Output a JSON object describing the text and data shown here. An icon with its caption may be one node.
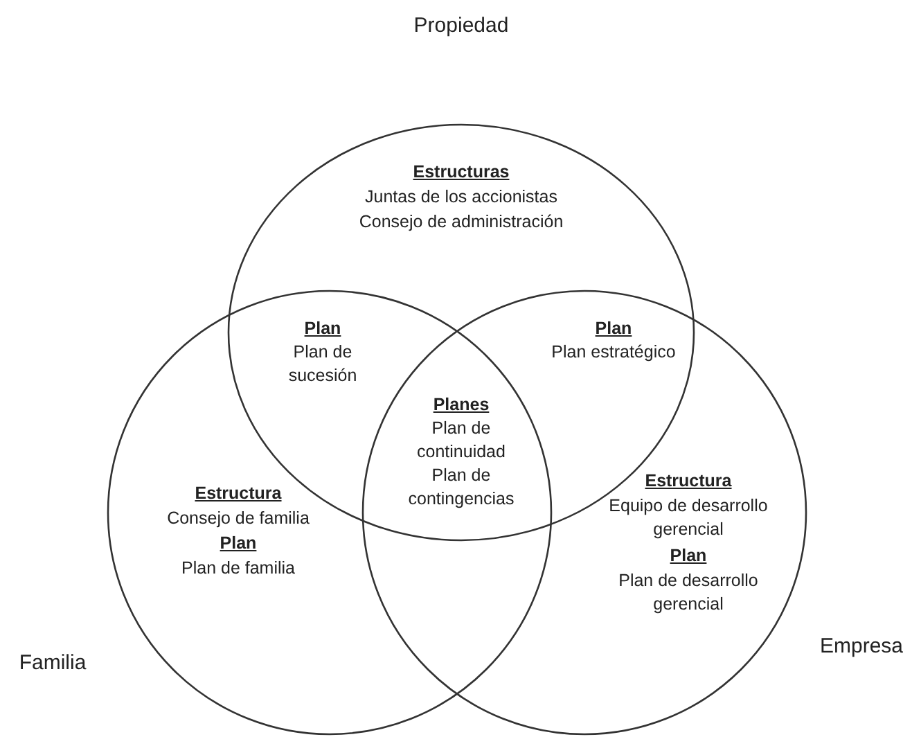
{
  "diagram": {
    "nodes": [
      {
        "text": [
          "Propiedad",
          "Estructuras",
          "Juntas de los accionistas",
          "Consejo de administración"
        ]
      },
      {
        "text": [
          "Familia",
          "Estructura",
          "Consejo de familia",
          "Plan",
          "Plan de familia"
        ]
      },
      {
        "text": [
          "Empresa",
          "Estructura",
          "Equipo de desarrollo gerencial",
          "Plan",
          "Plan de desarrollo gerencial"
        ]
      }
    ],
    "edges": [],
    "labels": [
      "Plan",
      "Plan de sucesión",
      "Planes",
      "Plan de continuidad",
      "Plan de contingencias",
      "Plan",
      "Plan estratégico"
    ]
  }
}
